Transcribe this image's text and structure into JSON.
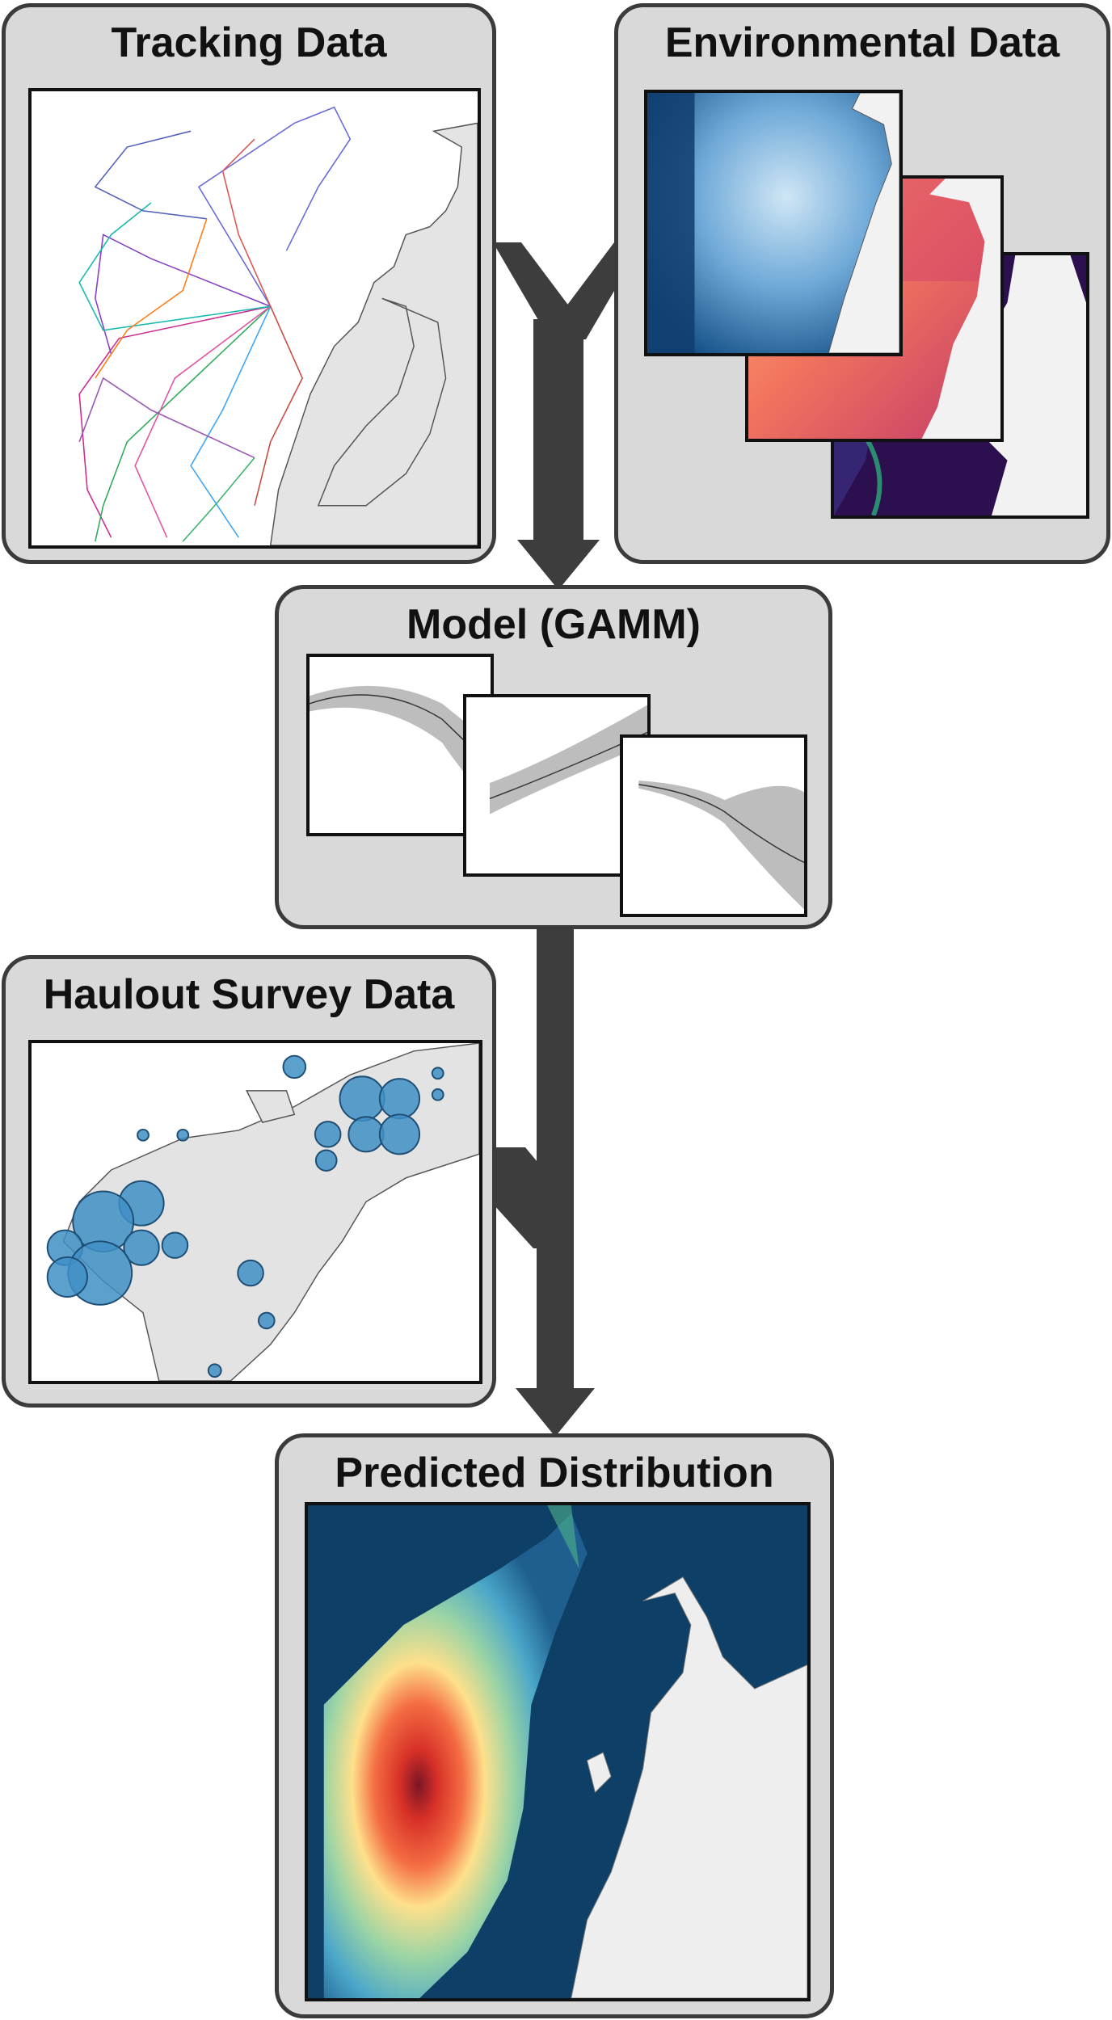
{
  "panels": {
    "tracking": {
      "title": "Tracking Data"
    },
    "environmental": {
      "title": "Environmental Data"
    },
    "model": {
      "title": "Model (GAMM)"
    },
    "haulout": {
      "title": "Haulout Survey Data"
    },
    "predicted": {
      "title": "Predicted Distribution"
    }
  },
  "colors": {
    "panel_fill": "#d9d9d9",
    "panel_border": "#3b3b3b",
    "arrow": "#3d3d3d",
    "land": "#e3e3e3",
    "coast_line": "#555555",
    "haulout_circle": "#3f8fc6",
    "ocean_dark": "#0e3f66"
  },
  "icons": {
    "arrows": "thick-dark-arrow-icon"
  }
}
